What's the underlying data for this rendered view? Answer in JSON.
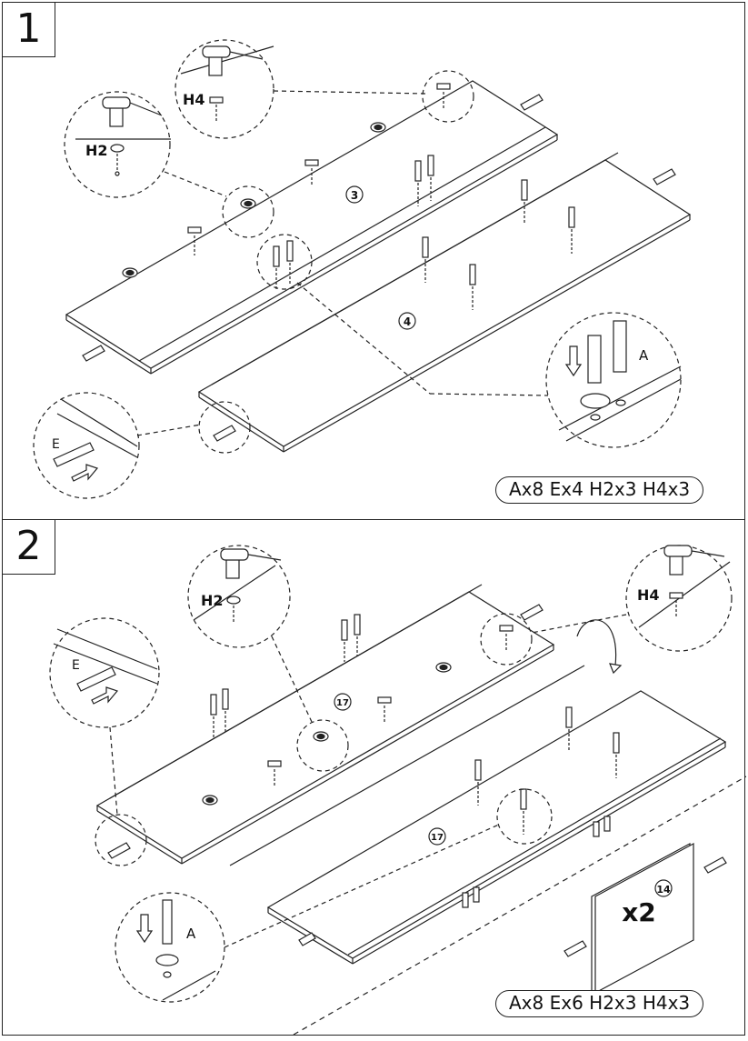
{
  "steps": [
    {
      "number": "1",
      "counts": "Ax8  Ex4  H2x3  H4x3",
      "parts": {
        "top_panel": "3",
        "bottom_panel": "4"
      },
      "callouts": {
        "hammer_left": "H2",
        "hammer_top": "H4",
        "dowel": "E",
        "cam": "A"
      }
    },
    {
      "number": "2",
      "counts": "Ax8  Ex6  H2x3  H4x3",
      "parts": {
        "top_panel": "17",
        "bottom_panel": "17",
        "side_panel": "14",
        "side_qty": "x2"
      },
      "callouts": {
        "hammer_left": "H2",
        "hammer_right": "H4",
        "dowel": "E",
        "cam": "A"
      }
    }
  ]
}
